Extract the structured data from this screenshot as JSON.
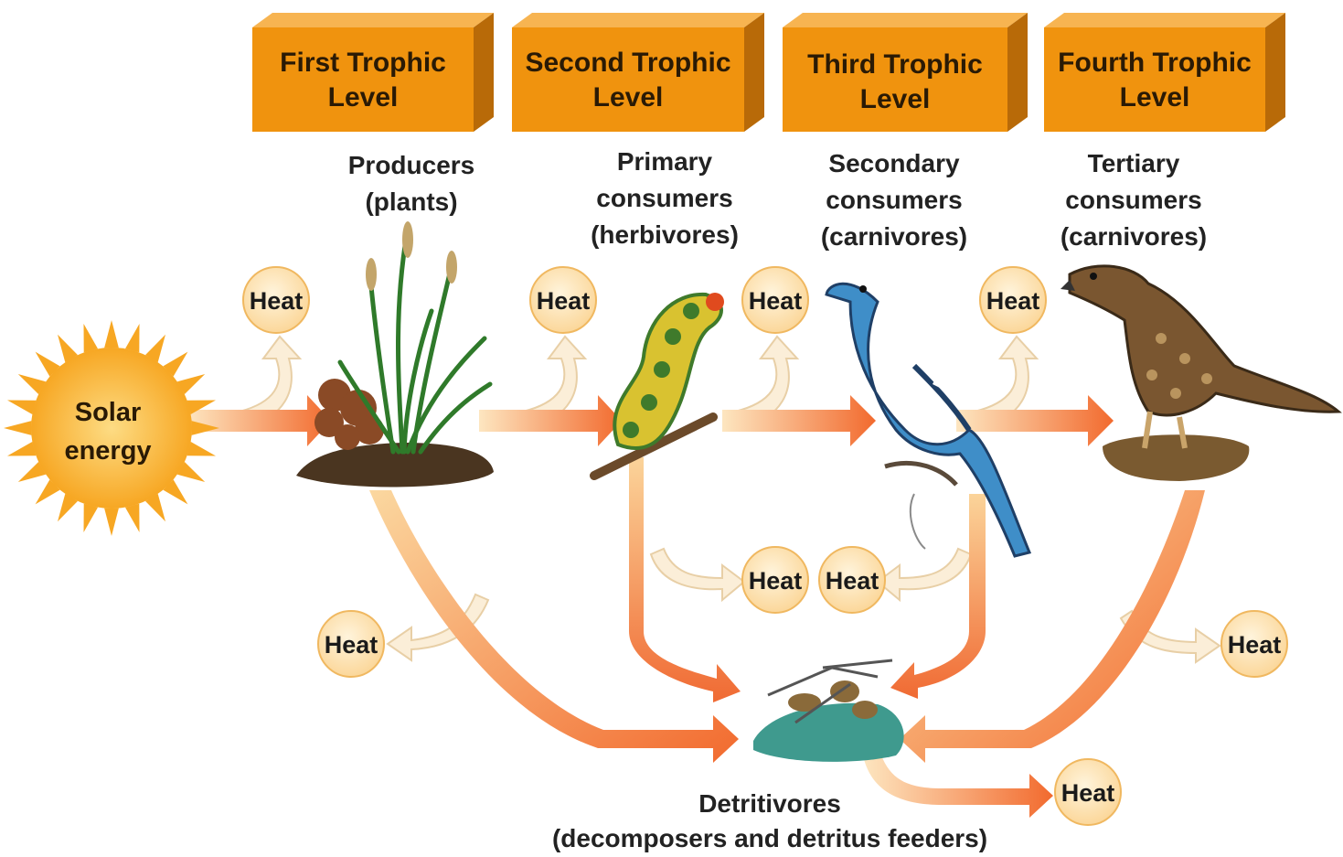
{
  "levels": [
    {
      "label_line1": "First Trophic",
      "label_line2": "Level"
    },
    {
      "label_line1": "Second Trophic",
      "label_line2": "Level"
    },
    {
      "label_line1": "Third Trophic",
      "label_line2": "Level"
    },
    {
      "label_line1": "Fourth Trophic",
      "label_line2": "Level"
    }
  ],
  "organisms": {
    "producers": {
      "line1": "Producers",
      "line2": "(plants)"
    },
    "primary": {
      "line1": "Primary",
      "line2": "consumers",
      "line3": "(herbivores)"
    },
    "secondary": {
      "line1": "Secondary",
      "line2": "consumers",
      "line3": "(carnivores)"
    },
    "tertiary": {
      "line1": "Tertiary",
      "line2": "consumers",
      "line3": "(carnivores)"
    }
  },
  "sun": {
    "line1": "Solar",
    "line2": "energy"
  },
  "detritivores": {
    "line1": "Detritivores",
    "line2": "(decomposers and detritus feeders)"
  },
  "heat_label": "Heat",
  "colors": {
    "box_front": "#f0930e",
    "box_side": "#b86a08",
    "box_top": "#f7b451",
    "arrow": "#f2843c",
    "heat_circle": "#fde3ad",
    "heat_arrow": "#fbeed8",
    "sun": "#f9b52f"
  }
}
